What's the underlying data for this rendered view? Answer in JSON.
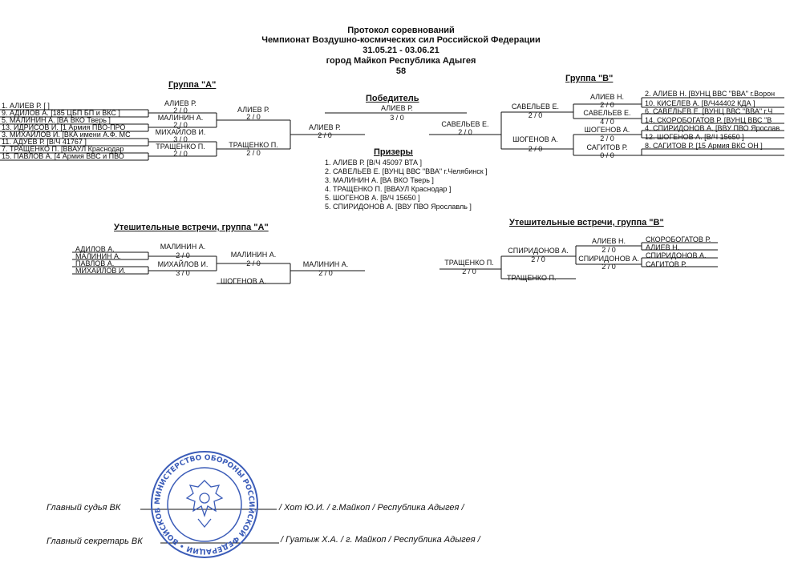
{
  "header": {
    "line1": "Протокол соревнований",
    "line2": "Чемпионат Воздушно-космических сил Российской Федерации",
    "line3": "31.05.21 - 03.06.21",
    "line4": "город Майкоп Республика Адыгея",
    "line5": "58"
  },
  "groupA": {
    "title": "Группа \"А\"",
    "entrants": [
      "1. АЛИЕВ Р.  [  ]",
      "9. АДИЛОВ А.  [185 ЦБП БП и ВКС  ]",
      "5. МАЛИНИН А.  [ВА ВКО Тверь  ]",
      "13. ИДРИСОВ И.  [1 Армия ПВО-ПРО",
      "3. МИХАЙЛОВ И.  [ВКА имени А.Ф. МС",
      "11. АДУЕВ Р.  [В/Ч 41767  ]",
      "7. ТРАЩЕНКО П.  [ВВАУЛ Краснодар",
      "15. ПАВЛОВ А.  [4 Армия ВВС и ПВО"
    ],
    "r1": [
      {
        "name": "АЛИЕВ Р.",
        "score": "2 / 0"
      },
      {
        "name": "МАЛИНИН А.",
        "score": "2 / 0"
      },
      {
        "name": "МИХАЙЛОВ И.",
        "score": "3 / 0"
      },
      {
        "name": "ТРАЩЕНКО П.",
        "score": "2 / 0"
      }
    ],
    "r2": [
      {
        "name": "АЛИЕВ Р.",
        "score": "2 / 0"
      },
      {
        "name": "ТРАЩЕНКО П.",
        "score": "2 / 0"
      }
    ],
    "final": {
      "name": "АЛИЕВ Р.",
      "score": "2 / 0"
    }
  },
  "groupB": {
    "title": "Группа \"В\"",
    "entrants": [
      "2. АЛИЕВ Н.  [ВУНЦ ВВС \"ВВА\" г.Ворон",
      "10. КИСЕЛЕВ А.  [В/Ч44402 КДА  ]",
      "6. САВЕЛЬЕВ Е.  [ВУНЦ ВВС \"ВВА\" г.Ч",
      "14. СКОРОБОГАТОВ Р.  [ВУНЦ ВВС \"В",
      "4. СПИРИДОНОВ А.  [ВВУ ПВО Ярослав",
      "12. ШОГЕНОВ А.  [В/Ч 15650  ]",
      "8. САГИТОВ Р.  [15 Армия ВКС ОН  ]"
    ],
    "r1": [
      {
        "name": "АЛИЕВ Н.",
        "score": "2 / 0"
      },
      {
        "name": "САВЕЛЬЕВ Е.",
        "score": "4 / 0"
      },
      {
        "name": "ШОГЕНОВ А.",
        "score": "2 / 0"
      },
      {
        "name": "САГИТОВ Р.",
        "score": "0 / 0"
      }
    ],
    "r2": [
      {
        "name": "САВЕЛЬЕВ Е.",
        "score": "2 / 0"
      },
      {
        "name": "ШОГЕНОВ А.",
        "score": "2 / 0"
      }
    ],
    "final": {
      "name": "САВЕЛЬЕВ Е.",
      "score": "2 / 0"
    }
  },
  "winner": {
    "title": "Победитель",
    "name": "АЛИЕВ Р.",
    "score": "3 / 0"
  },
  "prizes": {
    "title": "Призеры",
    "items": [
      "1. АЛИЕВ Р.     [В/Ч 45097 ВТА   ]",
      "2. САВЕЛЬЕВ Е.     [ВУНЦ ВВС \"ВВА\" г.Челябинск   ]",
      "3. МАЛИНИН А.     [ВА ВКО Тверь   ]",
      "4. ТРАЩЕНКО П.     [ВВАУЛ Краснодар   ]",
      "5. ШОГЕНОВ А.     [В/Ч 15650   ]",
      "5. СПИРИДОНОВ А.     [ВВУ ПВО Ярославль   ]"
    ]
  },
  "consolA": {
    "title": "Утешительные встречи, группа \"А\"",
    "entrants": [
      "АДИЛОВ А.",
      "МАЛИНИН А.",
      "ПАВЛОВ А.",
      "МИХАЙЛОВ И."
    ],
    "r1": [
      {
        "name": "МАЛИНИН А.",
        "score": "2 / 0"
      },
      {
        "name": "МИХАЙЛОВ И.",
        "score": "3 / 0"
      }
    ],
    "r2": {
      "name": "МАЛИНИН А.",
      "score": "2 / 0"
    },
    "opponent": "ШОГЕНОВ А.",
    "final": {
      "name": "МАЛИНИН А.",
      "score": "2 / 0"
    }
  },
  "consolB": {
    "title": "Утешительные встречи, группа \"В\"",
    "entrants": [
      "СКОРОБОГАТОВ Р.",
      "АЛИЕВ Н.",
      "СПИРИДОНОВ А.",
      "САГИТОВ Р."
    ],
    "r1": [
      {
        "name": "АЛИЕВ Н.",
        "score": "2 / 0"
      },
      {
        "name": "СПИРИДОНОВ А.",
        "score": "2 / 0"
      }
    ],
    "r2": {
      "name": "СПИРИДОНОВ А.",
      "score": "2 / 0"
    },
    "opponent": "ТРАЩЕНКО П.",
    "final": {
      "name": "ТРАЩЕНКО П.",
      "score": "2 / 0"
    }
  },
  "signatures": {
    "judge_label": "Главный судья ВК",
    "judge_value": "/ Хот Ю.И. / г.Майкоп /  Республика Адыгея /",
    "secretary_label": "Главный секретарь ВК",
    "secretary_value": "/ Гуатыж Х.А. / г. Майкоп /  Республика Адыгея /"
  },
  "seal": {
    "text": "МИНИСТЕРСТВО ОБОРОНЫ РОССИЙСКОЙ ФЕДЕРАЦИИ • ВОЙСКОВАЯ ЧАСТЬ 67..."
  }
}
